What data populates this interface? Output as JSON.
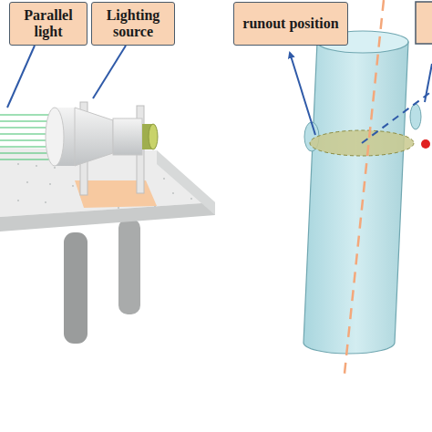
{
  "diagram": {
    "nodes": [
      {
        "text": [
          "Parallel light"
        ]
      },
      {
        "text": [
          "Lighting source"
        ]
      },
      {
        "text": [
          "runout position"
        ]
      }
    ]
  }
}
